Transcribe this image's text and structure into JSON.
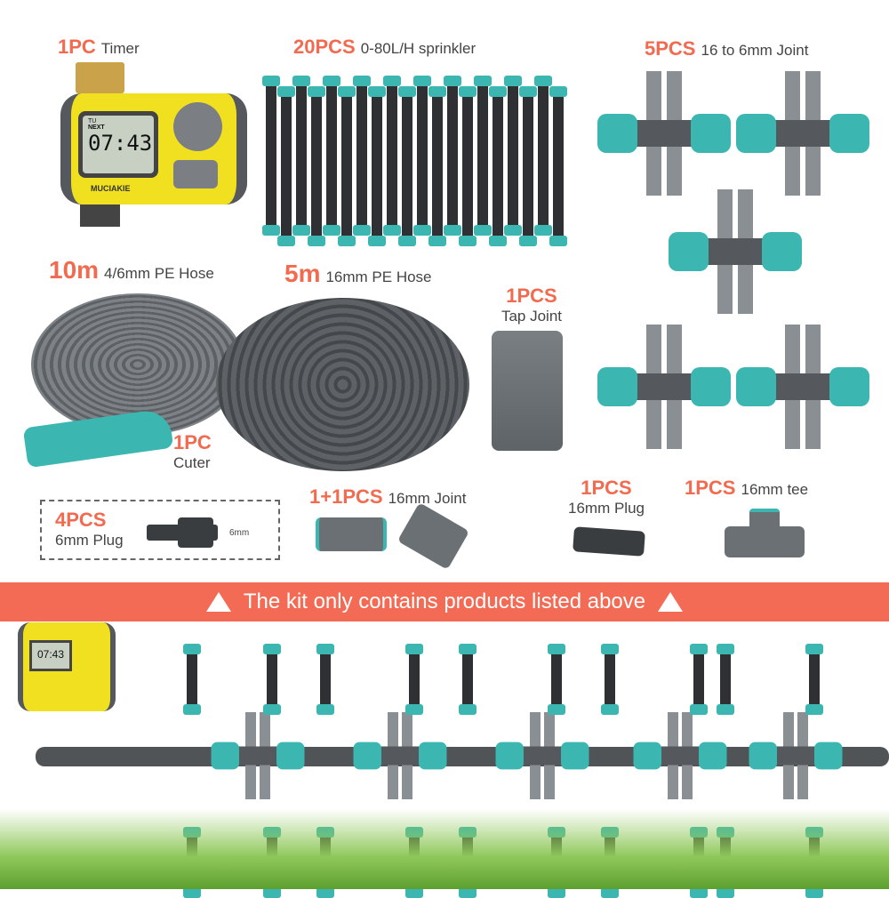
{
  "colors": {
    "accent": "#f26a4f",
    "teal": "#3bb6b1",
    "timer_yellow": "#f0e020"
  },
  "timer": {
    "qty": "1PC",
    "name": "Timer",
    "display_day": "TU",
    "display_next": "NEXT",
    "display_time": "07:43",
    "brand": "MUCIAKIE"
  },
  "sprinkler": {
    "qty": "20PCS",
    "name": "0-80L/H sprinkler"
  },
  "joint6": {
    "qty": "5PCS",
    "name": "16 to 6mm Joint"
  },
  "hose46": {
    "qty": "10m",
    "name": "4/6mm PE Hose"
  },
  "hose16": {
    "qty": "5m",
    "name": "16mm PE Hose"
  },
  "tap": {
    "qty": "1PCS",
    "name": "Tap Joint"
  },
  "cutter": {
    "qty": "1PC",
    "name": "Cuter"
  },
  "plug6": {
    "qty": "4PCS",
    "name": "6mm Plug",
    "dim": "6mm"
  },
  "joint16": {
    "qty": "1+1PCS",
    "name": "16mm Joint"
  },
  "plug16": {
    "qty": "1PCS",
    "name": "16mm Plug"
  },
  "tee": {
    "qty": "1PCS",
    "name": "16mm tee"
  },
  "banner": {
    "text": "The kit only contains products listed above"
  }
}
